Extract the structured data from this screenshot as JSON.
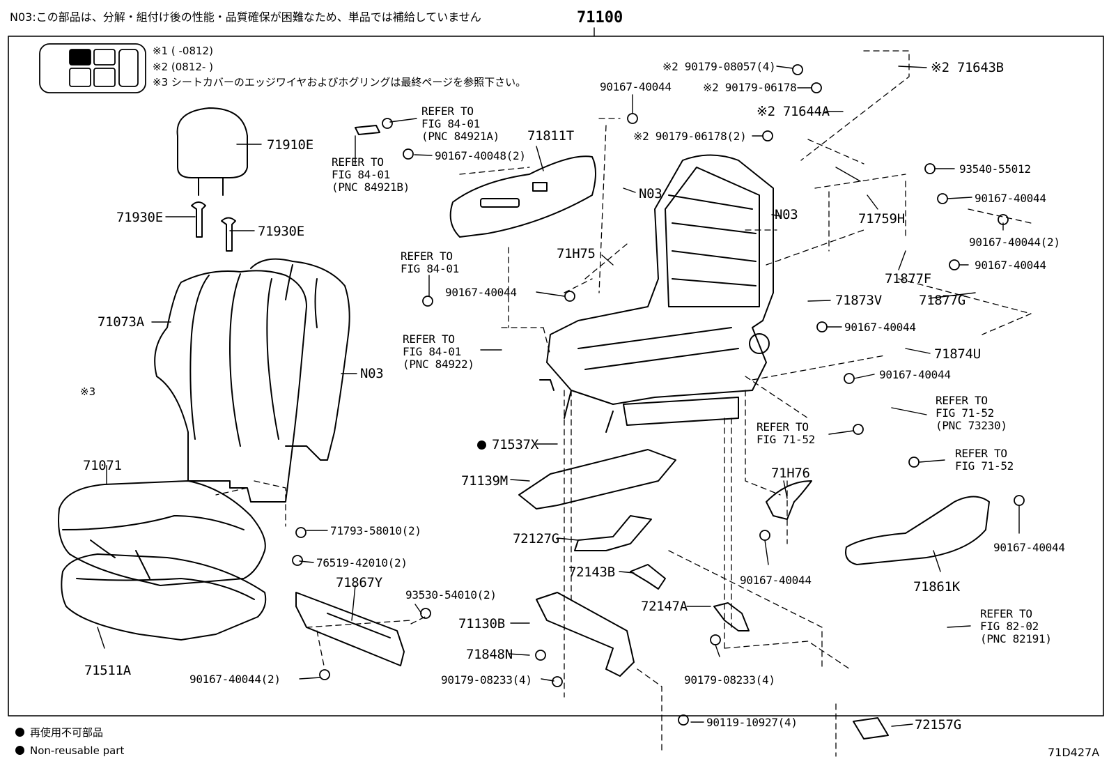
{
  "header": {
    "note_n03": "N03:この部品は、分解・組付け後の性能・品質確保が困難なため、単品では補給していません",
    "assembly_number": "71100"
  },
  "legend": {
    "note1": "※1 (     -0812)",
    "note2": "※2 (0812-     )",
    "note3": "※3 シートカバーのエッジワイヤおよびホグリングは最終ページを参照下さい。"
  },
  "labels": {
    "p71910E": "71910E",
    "p71930E_a": "71930E",
    "p71930E_b": "71930E",
    "p71073A": "71073A",
    "pN03_left": "N03",
    "note3_mark": "※3",
    "p71071": "71071",
    "p71511A": "71511A",
    "p71793": "71793-58010(2)",
    "p76519": "76519-42010(2)",
    "p71867Y": "71867Y",
    "p93530": "93530-54010(2)",
    "p90167_bottom": "90167-40044(2)",
    "refer_84921B": "REFER TO\nFIG 84-01\n(PNC 84921B)",
    "refer_84921A": "REFER TO\nFIG 84-01\n(PNC 84921A)",
    "p90167_40048": "90167-40048(2)",
    "p71811T": "71811T",
    "p90167_top": "90167-40044",
    "pN03_mid": "N03",
    "p71H75": "71H75",
    "refer_84_01": "REFER TO\nFIG 84-01",
    "p90167_mid": "90167-40044",
    "refer_84922": "REFER TO\nFIG 84-01\n(PNC 84922)",
    "p71537X": "71537X",
    "p71139M": "71139M",
    "p72127G": "72127G",
    "p72143B": "72143B",
    "p71130B": "71130B",
    "p71848N": "71848N",
    "p90179_08233_a": "90179-08233(4)",
    "p72147A": "72147A",
    "p90179_08233_b": "90179-08233(4)",
    "p90119": "90119-10927(4)",
    "p72157G": "72157G",
    "p90179_08057": "※2 90179-08057(4)",
    "p71643B": "※2 71643B",
    "p90179_06178_a": "※2 90179-06178",
    "p71644A": "※2 71644A",
    "p90179_06178_b": "※2 90179-06178(2)",
    "p93540": "93540-55012",
    "pN03_right": "N03",
    "p90167_r1": "90167-40044",
    "p71759H": "71759H",
    "p90167_r2": "90167-40044(2)",
    "p90167_r3": "90167-40044",
    "p71877F": "71877F",
    "p71873V": "71873V",
    "p71877G": "71877G",
    "p90167_r4": "90167-40044",
    "p71874U": "71874U",
    "p90167_r5": "90167-40044",
    "refer_73230": "REFER TO\nFIG 71-52\n(PNC 73230)",
    "refer_71_52_a": "REFER TO\nFIG 71-52",
    "refer_71_52_b": "REFER TO\nFIG 71-52",
    "p71H76": "71H76",
    "p90167_r6": "90167-40044",
    "p90167_r7": "90167-40044",
    "p71861K": "71861K",
    "refer_82191": "REFER TO\nFIG 82-02\n(PNC 82191)"
  },
  "footer": {
    "non_reusable_jp": "再使用不可部品",
    "non_reusable_en": "Non-reusable part",
    "figure_code": "71D427A"
  }
}
